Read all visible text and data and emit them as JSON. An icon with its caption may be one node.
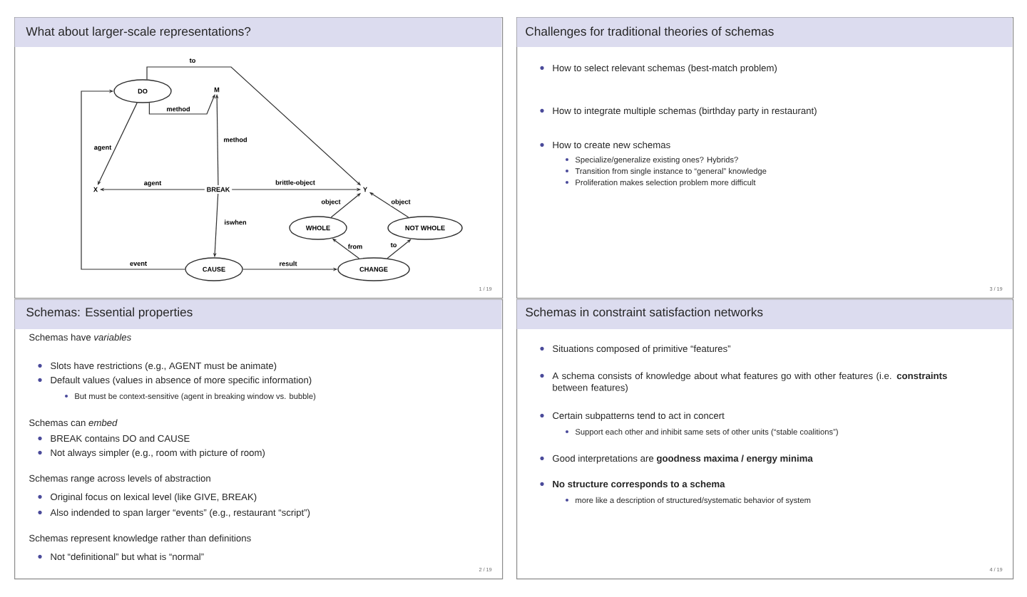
{
  "diagram": {
    "nodes": [
      {
        "text": [
          "What about larger-scale representations?",
          "1 / 19"
        ]
      },
      {
        "text": [
          "DO"
        ],
        "in": 0
      },
      {
        "text": [
          "M"
        ],
        "in": 0
      },
      {
        "text": [
          "X"
        ],
        "in": 0
      },
      {
        "text": [
          "BREAK"
        ],
        "in": 0
      },
      {
        "text": [
          "Y"
        ],
        "in": 0
      },
      {
        "text": [
          "WHOLE"
        ],
        "in": 0
      },
      {
        "text": [
          "NOT WHOLE"
        ],
        "in": 0
      },
      {
        "text": [
          "CAUSE"
        ],
        "in": 0
      },
      {
        "text": [
          "CHANGE"
        ],
        "in": 0
      },
      {
        "text": [
          "Challenges for traditional theories of schemas",
          "How to select relevant schemas (best-match problem)",
          "How to integrate multiple schemas (birthday party in restaurant)",
          "How to create new schemas",
          "Specialize/generalize existing ones? Hybrids?",
          "Transition from single instance to “general” knowledge",
          "Proliferation makes selection problem more difficult",
          "3 / 19"
        ]
      },
      {
        "text": [
          "Schemas: Essential properties",
          "Schemas have *variables*",
          "Slots have restrictions (e.g., AGENT must be animate)",
          "Default values (values in absence of more specific information)",
          "But must be context-sensitive (agent in breaking window vs. bubble)",
          "Schemas can *embed*",
          "BREAK contains DO and CAUSE",
          "Not always simpler (e.g., room with picture of room)",
          "Schemas range across levels of abstraction",
          "Original focus on lexical level (like GIVE, BREAK)",
          "Also indended to span larger “events” (e.g., restaurant “script”)",
          "Schemas represent knowledge rather than definitions",
          "Not “definitional” but what is “normal”",
          "2 / 19"
        ]
      },
      {
        "text": [
          "Schemas in constraint satisfaction networks",
          "Situations composed of primitive “features”",
          "A schema consists of knowledge about what features go with other features (i.e. **constraints** between features)",
          "Certain subpatterns tend to act in concert",
          "Support each other and inhibit same sets of other units (“stable coalitions”)",
          "Good interpretations are **goodness maxima / energy minima**",
          "No structure corresponds to a schema",
          "more like a description of structured/systematic behavior of system",
          "4 / 19"
        ]
      }
    ],
    "edges": [
      {
        "from": 1,
        "to": 5,
        "arrow": "to",
        "label": "to"
      },
      {
        "from": 1,
        "to": 2,
        "arrow": "to",
        "label": "method"
      },
      {
        "from": 1,
        "to": 3,
        "arrow": "to",
        "label": "agent"
      },
      {
        "from": 4,
        "to": 2,
        "arrow": "to",
        "label": "method"
      },
      {
        "from": 4,
        "to": 3,
        "arrow": "to",
        "label": "agent"
      },
      {
        "from": 4,
        "to": 5,
        "arrow": "to",
        "label": "brittle-object"
      },
      {
        "from": 4,
        "to": 8,
        "arrow": "to",
        "label": "iswhen"
      },
      {
        "from": 8,
        "to": 1,
        "arrow": "to",
        "label": "event"
      },
      {
        "from": 8,
        "to": 9,
        "arrow": "to",
        "label": "result"
      },
      {
        "from": 6,
        "to": 5,
        "arrow": "to",
        "label": "object"
      },
      {
        "from": 7,
        "to": 5,
        "arrow": "to",
        "label": "object"
      },
      {
        "from": 9,
        "to": 6,
        "arrow": "to",
        "label": "from"
      },
      {
        "from": 9,
        "to": 7,
        "arrow": "to",
        "label": "to"
      }
    ]
  }
}
